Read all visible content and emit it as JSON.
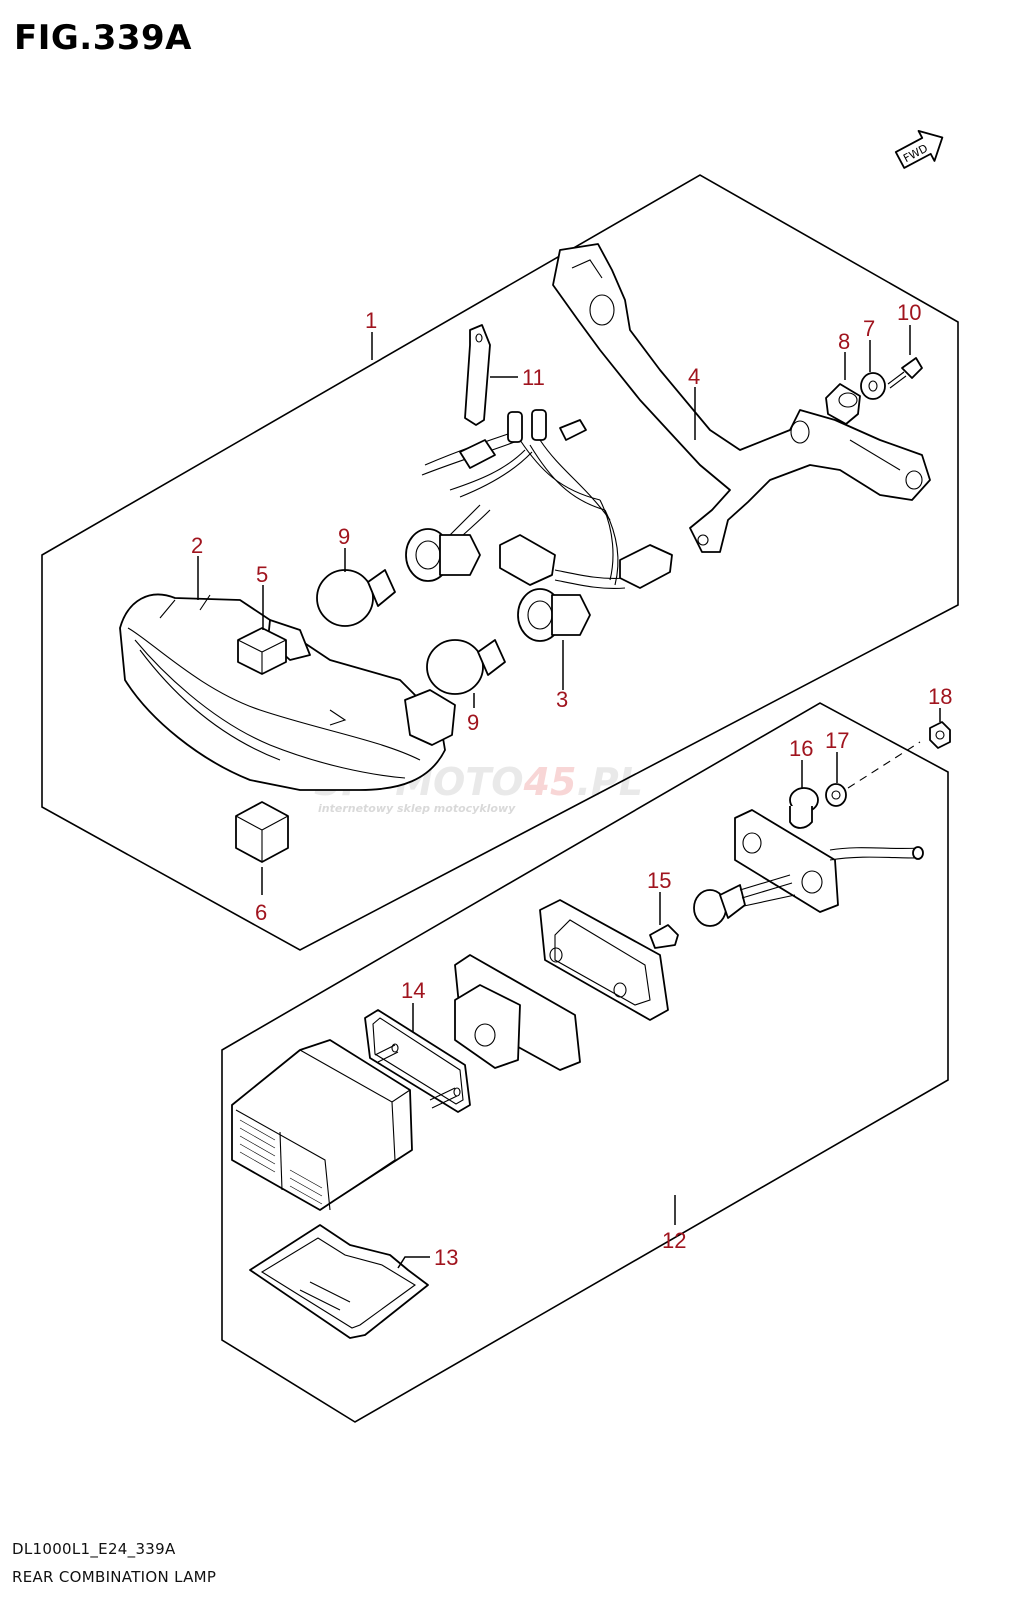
{
  "figure": {
    "title": "FIG.339A",
    "code": "DL1000L1_E24_339A",
    "name": "REAR COMBINATION LAMP",
    "direction_tag": "FWD"
  },
  "callouts": [
    "1",
    "2",
    "3",
    "4",
    "5",
    "6",
    "7",
    "8",
    "9",
    "9",
    "10",
    "11",
    "12",
    "13",
    "14",
    "15",
    "16",
    "17",
    "18"
  ],
  "watermark": {
    "text_a": "SP",
    "text_b": "MOTO",
    "text_c": "45",
    "text_d": ".PL",
    "subtitle": "internetowy sklep motocyklowy"
  },
  "colors": {
    "callout": "#a0141e",
    "line": "#000000",
    "watermark": "#d8d8d8"
  }
}
